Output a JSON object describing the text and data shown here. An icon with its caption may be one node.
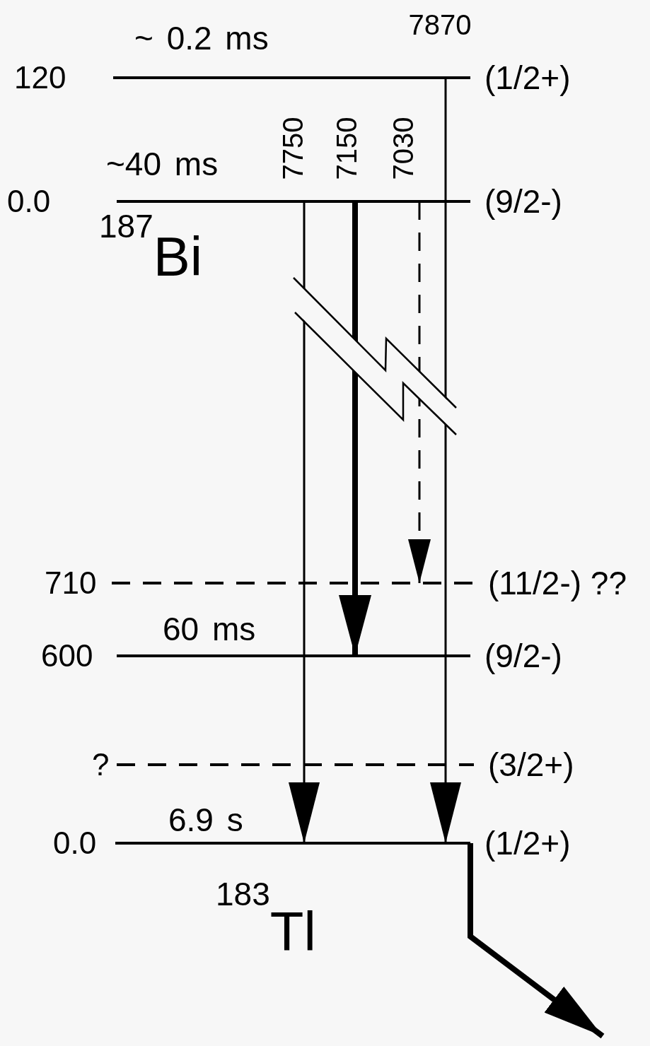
{
  "diagram": {
    "nodes": [
      {
        "text": [
          "120",
          "(1/2+)"
        ],
        "beside": [
          "~ 0.2 ms"
        ]
      },
      {
        "text": [
          "0.0",
          "(9/2-)"
        ],
        "beside": [
          "~40 ms"
        ]
      },
      {
        "text": [
          "710",
          "(11/2-) ??"
        ]
      },
      {
        "text": [
          "600",
          "(9/2-)"
        ],
        "beside": [
          "60 ms"
        ]
      },
      {
        "text": [
          "?",
          "(3/2+)"
        ]
      },
      {
        "text": [
          "0.0",
          "(1/2+)"
        ],
        "beside": [
          "6.9 s"
        ]
      }
    ],
    "edges": [
      {
        "from": 0,
        "to": 5,
        "arrow": "to",
        "label": "7870"
      },
      {
        "from": 1,
        "to": 5,
        "arrow": "to",
        "label": "7750"
      },
      {
        "from": 1,
        "to": 3,
        "arrow": "to",
        "label": "7150",
        "style": "thick"
      },
      {
        "from": 1,
        "to": 2,
        "arrow": "to",
        "label": "7030",
        "style": "dashed"
      },
      {
        "from": 5,
        "to": null,
        "arrow": "to",
        "style": "thick"
      }
    ],
    "labels": [
      "$^{187}$Bi",
      "$^{183}$Tl"
    ]
  }
}
